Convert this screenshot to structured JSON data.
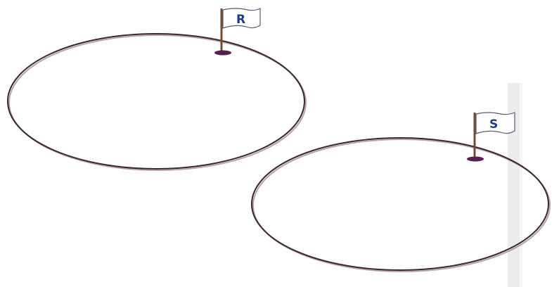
{
  "diagram": {
    "tracks": [
      {
        "id": "track-r",
        "flag_label": "R"
      },
      {
        "id": "track-s",
        "flag_label": "S"
      }
    ],
    "colors": {
      "track_outline": "#3a2530",
      "track_shadow": "#7a5a68",
      "pole": "#7a4a2c",
      "base": "#5a1f52",
      "flag_fill": "#ffffff",
      "flag_stroke": "#5a5a70",
      "flag_text": "#1f3a8a",
      "strip": "#e8e8ea"
    }
  }
}
